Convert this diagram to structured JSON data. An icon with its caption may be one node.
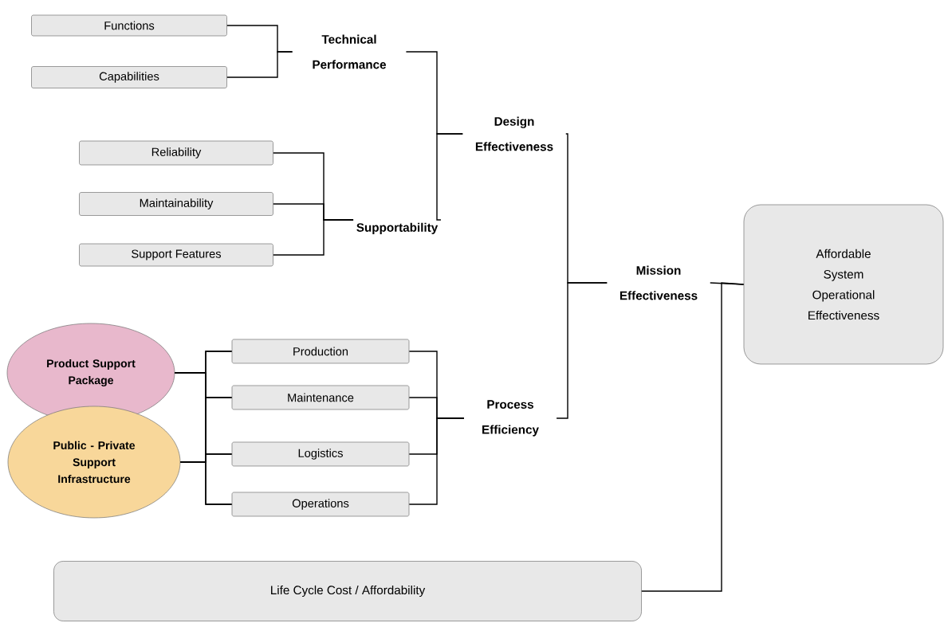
{
  "diagram": {
    "nodes": [
      {
        "text": [
          "Functions"
        ]
      },
      {
        "text": [
          "Capabilities"
        ]
      },
      {
        "text": [
          "Technical Performance"
        ]
      },
      {
        "text": [
          "Design Effectiveness"
        ]
      },
      {
        "text": [
          "Reliability"
        ]
      },
      {
        "text": [
          "Maintainability"
        ]
      },
      {
        "text": [
          "Support Features"
        ]
      },
      {
        "text": [
          "Supportability"
        ]
      },
      {
        "text": [
          "Mission Effectiveness"
        ]
      },
      {
        "text": [
          "Affordable System Operational Effectiveness"
        ]
      },
      {
        "text": [
          "Product Support Package"
        ]
      },
      {
        "text": [
          "Production"
        ]
      },
      {
        "text": [
          "Maintenance"
        ]
      },
      {
        "text": [
          "Process Efficiency"
        ]
      },
      {
        "text": [
          "Public - Private Support Infrastructure"
        ]
      },
      {
        "text": [
          "Logistics"
        ]
      },
      {
        "text": [
          "Operations"
        ]
      },
      {
        "text": [
          "Life Cycle Cost / Affordability"
        ]
      }
    ],
    "edges": [
      {
        "from": 0,
        "to": 2,
        "arrow": "none"
      },
      {
        "from": 1,
        "to": 2,
        "arrow": "none"
      },
      {
        "from": 2,
        "to": 3,
        "arrow": "none"
      },
      {
        "from": 4,
        "to": 7,
        "arrow": "none"
      },
      {
        "from": 5,
        "to": 7,
        "arrow": "none"
      },
      {
        "from": 6,
        "to": 7,
        "arrow": "none"
      },
      {
        "from": 7,
        "to": 3,
        "arrow": "none"
      },
      {
        "from": 3,
        "to": 8,
        "arrow": "none"
      },
      {
        "from": 8,
        "to": 9,
        "arrow": "none"
      },
      {
        "from": 10,
        "to": 11,
        "arrow": "none"
      },
      {
        "from": 10,
        "to": 12,
        "arrow": "none"
      },
      {
        "from": 10,
        "to": 15,
        "arrow": "none"
      },
      {
        "from": 10,
        "to": 16,
        "arrow": "none"
      },
      {
        "from": 14,
        "to": 11,
        "arrow": "none"
      },
      {
        "from": 14,
        "to": 12,
        "arrow": "none"
      },
      {
        "from": 14,
        "to": 15,
        "arrow": "none"
      },
      {
        "from": 14,
        "to": 16,
        "arrow": "none"
      },
      {
        "from": 11,
        "to": 13,
        "arrow": "none"
      },
      {
        "from": 12,
        "to": 13,
        "arrow": "none"
      },
      {
        "from": 15,
        "to": 13,
        "arrow": "none"
      },
      {
        "from": 16,
        "to": 13,
        "arrow": "none"
      },
      {
        "from": 13,
        "to": 8,
        "arrow": "none"
      },
      {
        "from": 17,
        "to": 9,
        "arrow": "none"
      }
    ]
  }
}
